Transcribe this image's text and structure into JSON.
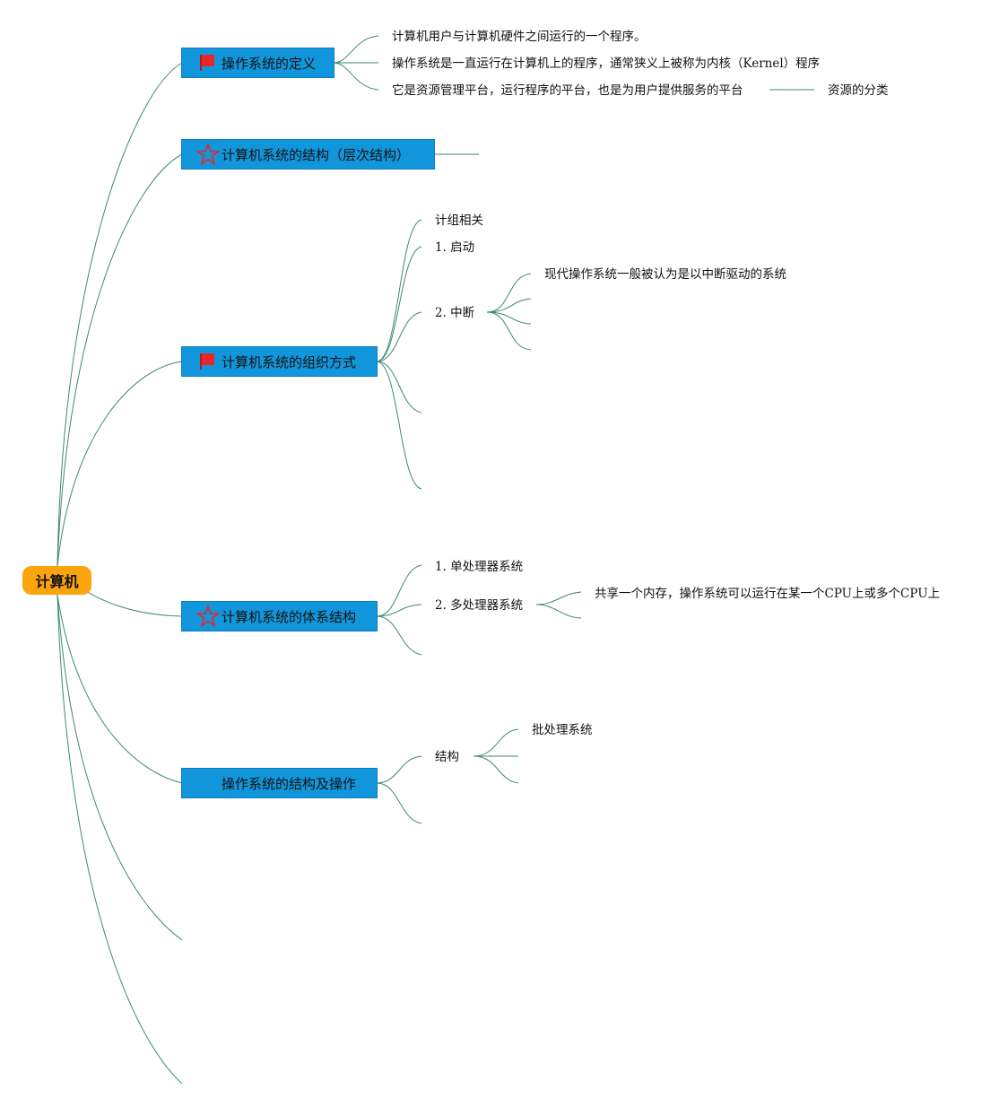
{
  "root": {
    "label": "计算机"
  },
  "topics": [
    {
      "label": "操作系统的定义",
      "icon": "red-flag-icon",
      "children": [
        "计算机用户与计算机硬件之间运行的一个程序。",
        "操作系统是一直运行在计算机上的程序，通常狭义上被称为内核（Kernel）程序",
        "它是资源管理平台，运行程序的平台，也是为用户提供服务的平台"
      ],
      "extra": "资源的分类"
    },
    {
      "label": "计算机系统的结构（层次结构）",
      "icon": "star-outline-icon"
    },
    {
      "label": "计算机系统的组织方式",
      "icon": "red-flag-icon",
      "children": [
        "计组相关",
        "1. 启动",
        "2. 中断"
      ],
      "interrupt_detail": "现代操作系统一般被认为是以中断驱动的系统"
    },
    {
      "label": "计算机系统的体系结构",
      "icon": "star-outline-icon",
      "children": [
        "1. 单处理器系统",
        "2. 多处理器系统"
      ],
      "multi_detail": "共享一个内存，操作系统可以运行在某一个CPU上或多个CPU上"
    },
    {
      "label": "操作系统的结构及操作",
      "icon": "none",
      "children": [
        "结构"
      ],
      "structure_detail": "批处理系统"
    }
  ],
  "colors": {
    "root_fill": "#fba40c",
    "topic_fill": "#1296db",
    "link_stroke": "#3d8a6e",
    "flag_red": "#e8262a"
  }
}
